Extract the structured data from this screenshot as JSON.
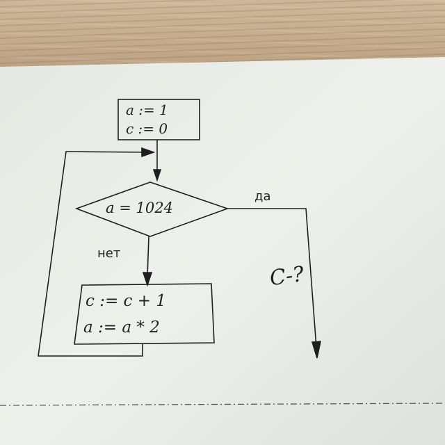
{
  "diagram": {
    "init_block": {
      "line1": "a := 1",
      "line2": "c := 0"
    },
    "decision": {
      "condition": "a = 1024",
      "yes_label": "да",
      "no_label": "нет"
    },
    "loop_block": {
      "line1": "c := c + 1",
      "line2": "a := a * 2"
    }
  },
  "handwriting": {
    "note": "C-?"
  },
  "colors": {
    "paper": "#eceee9",
    "ink": "#1f1f1f",
    "wood": "#c3aa8b"
  }
}
